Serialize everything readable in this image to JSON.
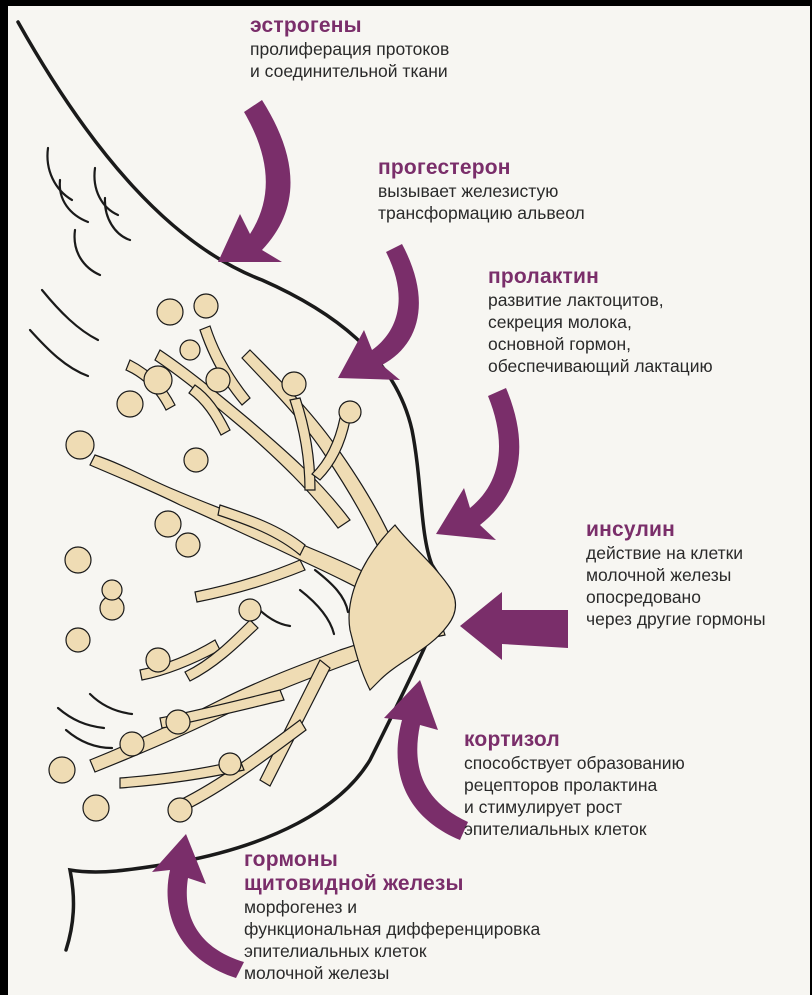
{
  "colors": {
    "arrow": "#7a2e6a",
    "ducts": "#efdcb4",
    "outline": "#1a1a1a",
    "background": "#f7f6f2"
  },
  "hormones": [
    {
      "name": "эстрогены",
      "description": [
        "пролиферация протоков",
        "и соединительной ткани"
      ]
    },
    {
      "name": "прогестерон",
      "description": [
        "вызывает железистую",
        "трансформацию альвеол"
      ]
    },
    {
      "name": "пролактин",
      "description": [
        "развитие лактоцитов,",
        "секреция молока,",
        "основной гормон,",
        "обеспечивающий лактацию"
      ]
    },
    {
      "name": "инсулин",
      "description": [
        "действие на клетки",
        "молочной железы",
        "опосредовано",
        "через другие гормоны"
      ]
    },
    {
      "name": "кортизол",
      "description": [
        "способствует образованию",
        "рецепторов пролактина",
        "и стимулирует рост",
        "эпителиальных клеток"
      ]
    },
    {
      "name_lines": [
        "гормоны",
        "щитовидной железы"
      ],
      "description": [
        "морфогенез и",
        "функциональная дифференцировка",
        "эпителиальных клеток",
        "молочной железы"
      ]
    }
  ]
}
